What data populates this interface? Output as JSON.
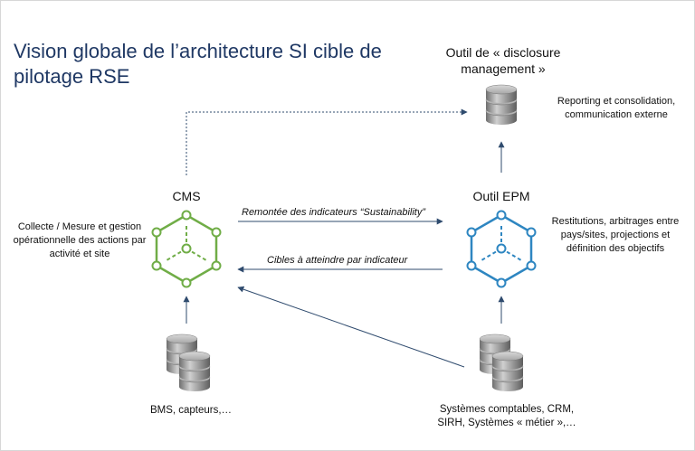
{
  "title": "Vision globale de l’architecture SI cible de pilotage RSE",
  "disclosure": {
    "title": "Outil de « disclosure management »",
    "description": "Reporting et consolidation, communication externe"
  },
  "cms": {
    "title": "CMS",
    "description": "Collecte / Mesure et gestion opérationnelle des actions par activité et site"
  },
  "epm": {
    "title": "Outil EPM",
    "description": "Restitutions, arbitrages entre pays/sites, projections et définition des objectifs"
  },
  "flows": {
    "up": "Remontée des indicateurs “Sustainability”",
    "down": "Cibles à atteindre par indicateur"
  },
  "sources": {
    "left": "BMS, capteurs,…",
    "right": "Systèmes comptables, CRM, SIRH, Systèmes « métier »,…"
  },
  "colors": {
    "title": "#1f3864",
    "cms": "#70ad47",
    "epm": "#2e86c1",
    "arrow": "#2f4b6e",
    "database": "#8c8c8c"
  }
}
